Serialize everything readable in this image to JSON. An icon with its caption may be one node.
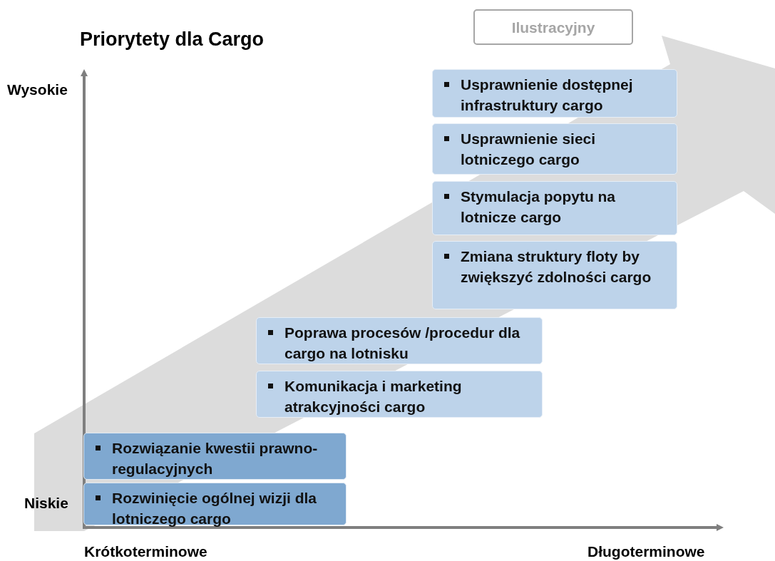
{
  "diagram": {
    "title": "Priorytety dla Cargo",
    "nodes": [
      {
        "text": [
          "Ilustracyjny"
        ]
      },
      {
        "text": [
          "Usprawnienie dostępnej infrastruktury cargo"
        ]
      },
      {
        "text": [
          "Usprawnienie sieci lotniczego cargo"
        ]
      },
      {
        "text": [
          "Stymulacja popytu na lotnicze cargo"
        ]
      },
      {
        "text": [
          "Zmiana struktury floty by zwiększyć zdolności cargo"
        ]
      },
      {
        "text": [
          "Poprawa procesów /procedur dla cargo na lotnisku"
        ]
      },
      {
        "text": [
          "Komunikacja i marketing atrakcyjności cargo"
        ]
      },
      {
        "text": [
          "Rozwiązanie kwestii prawno-regulacyjnych"
        ]
      },
      {
        "text": [
          "Rozwinięcie ogólnej wizji dla lotniczego cargo"
        ]
      }
    ],
    "edges": [],
    "labels": [
      "Wysokie",
      "Niskie",
      "Krótkoterminowe",
      "Długoterminowe"
    ]
  }
}
